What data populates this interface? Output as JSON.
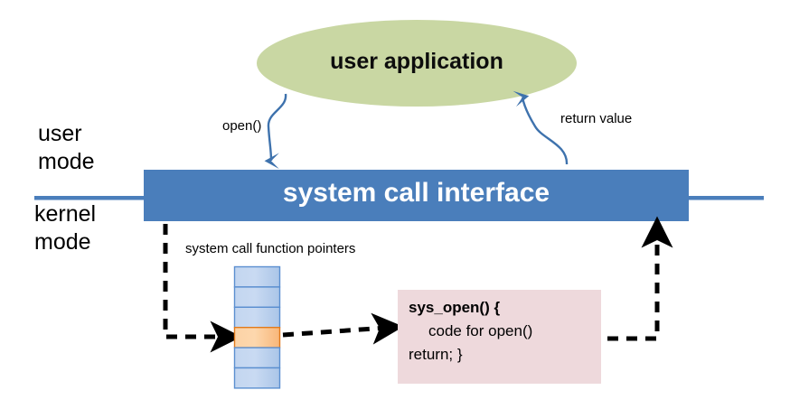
{
  "diagram": {
    "title": "system call interface diagram",
    "colors": {
      "ellipse_fill": "#c9d7a3",
      "bar_fill": "#4a7ebb",
      "bar_text": "#ffffff",
      "divider_line": "#4a7ebb",
      "arrow_blue": "#3e72ad",
      "pointer_cell_blue": "#b8cdec",
      "pointer_cell_blue_border": "#5b8fd0",
      "pointer_cell_orange": "#fbc68d",
      "pointer_cell_orange_border": "#e07a1c",
      "code_box_fill": "#eed9dc",
      "dashed_arrow": "#000000",
      "text": "#000000"
    },
    "user_application": {
      "label": "user application"
    },
    "mode_labels": {
      "user_line1": "user",
      "user_line2": "mode",
      "kernel_line1": "kernel",
      "kernel_line2": "mode"
    },
    "system_call_interface": {
      "label": "system call interface"
    },
    "arrows": {
      "open_call": "open()",
      "return_value": "return value"
    },
    "function_pointers": {
      "caption": "system call function pointers",
      "cells": [
        {
          "index": 0,
          "state": "normal"
        },
        {
          "index": 1,
          "state": "normal"
        },
        {
          "index": 2,
          "state": "normal"
        },
        {
          "index": 3,
          "state": "selected"
        },
        {
          "index": 4,
          "state": "normal"
        },
        {
          "index": 5,
          "state": "normal"
        }
      ]
    },
    "code_box": {
      "line1": "sys_open() {",
      "line2": "code for open()",
      "line3": "return; }"
    }
  }
}
